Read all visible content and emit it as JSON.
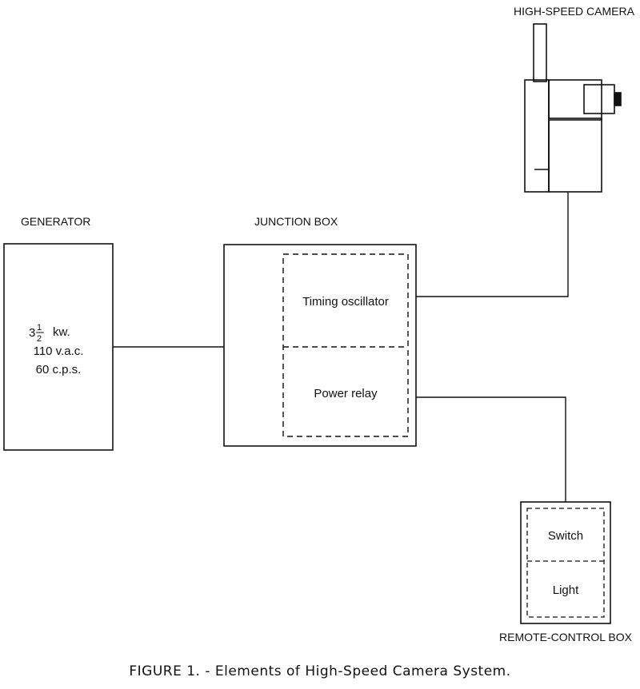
{
  "camera": {
    "label": "HIGH-SPEED CAMERA"
  },
  "generator": {
    "label": "GENERATOR",
    "power_whole": "3",
    "power_frac_num": "1",
    "power_frac_den": "2",
    "power_unit": "kw.",
    "voltage": "110 v.a.c.",
    "frequency": "60 c.p.s."
  },
  "junction_box": {
    "label": "JUNCTION BOX",
    "timing": "Timing oscillator",
    "relay": "Power relay"
  },
  "remote_box": {
    "label": "REMOTE-CONTROL BOX",
    "switch": "Switch",
    "light": "Light"
  },
  "caption": "FIGURE 1. - Elements of High-Speed Camera System."
}
